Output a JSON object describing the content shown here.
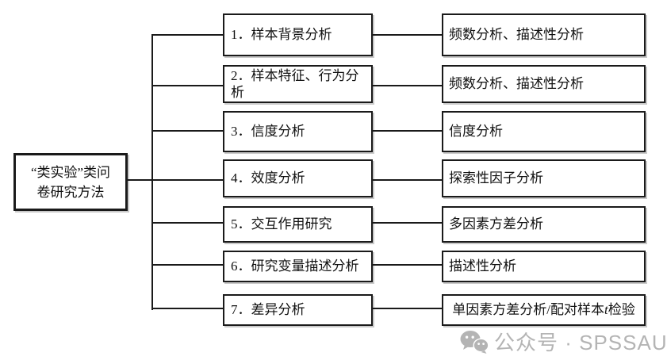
{
  "root": {
    "label": "“类实验”类问卷研究方法",
    "line1": "“类实验”类问",
    "line2": "卷研究方法"
  },
  "rows": [
    {
      "method": "1．样本背景分析",
      "analysis": "频数分析、描述性分析"
    },
    {
      "method": "2．样本特征、行为分析",
      "analysis": "频数分析、描述性分析"
    },
    {
      "method": "3．信度分析",
      "analysis": "信度分析"
    },
    {
      "method": "4．效度分析",
      "analysis": "探索性因子分析"
    },
    {
      "method": "5．交互作用研究",
      "analysis": "多因素方差分析"
    },
    {
      "method": "6．研究变量描述分析",
      "analysis": "描述性分析"
    },
    {
      "method": "7．差异分析",
      "analysis_parts": [
        "单因素方差分析/配对样本",
        "t",
        "检验"
      ]
    }
  ],
  "watermark": {
    "icon": "wechat-icon",
    "text": "公众号 · SPSSAU"
  },
  "colors": {
    "background": "#ffffff",
    "line": "#1a1a1a",
    "box_border": "#1a1a1a",
    "box_shadow": "#c9c9c9",
    "watermark": "#b4b4b4"
  }
}
